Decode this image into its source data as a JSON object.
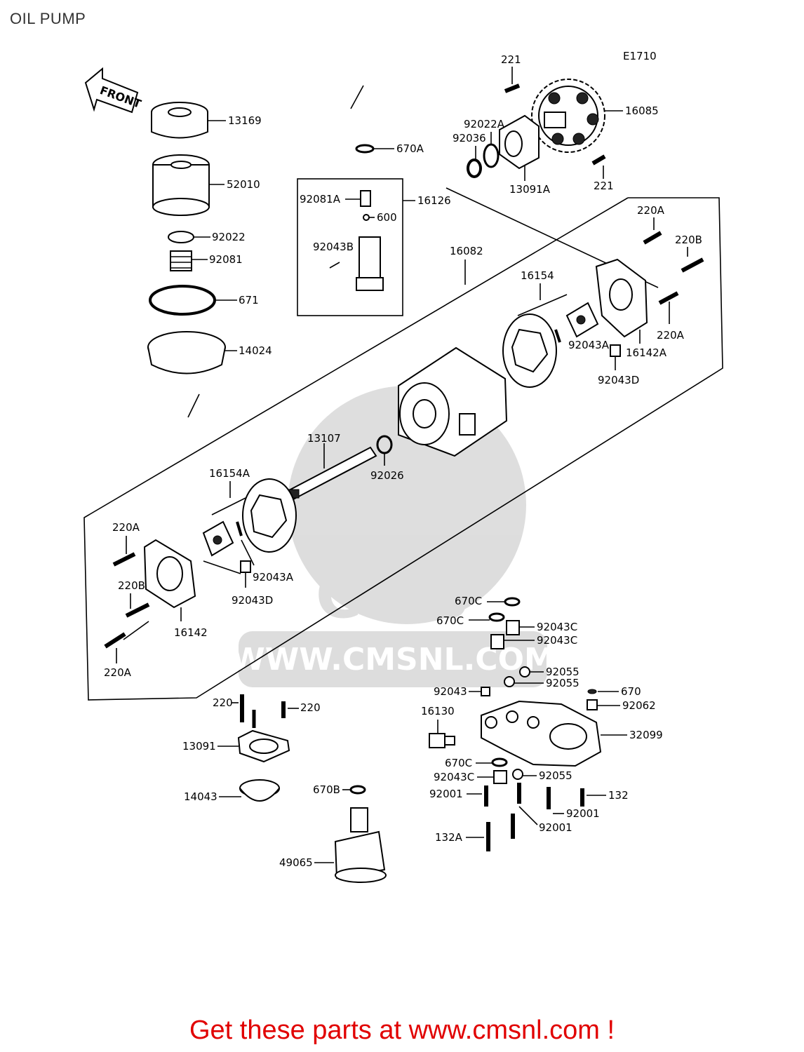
{
  "title": "OIL PUMP",
  "diagram_code": "E1710",
  "front_arrow_label": "FRONT",
  "watermark": {
    "brand": "CMS",
    "url": "WWW.CMSNL.COM"
  },
  "footer": "Get these parts at www.cmsnl.com !",
  "labels": {
    "p13169": "13169",
    "p52010": "52010",
    "p92022": "92022",
    "p92081": "92081",
    "p671": "671",
    "p14024": "14024",
    "p670A": "670A",
    "p16126": "16126",
    "p92081A": "92081A",
    "p600": "600",
    "p92043B": "92043B",
    "p221a": "221",
    "p16085": "16085",
    "p92022A": "92022A",
    "p92036": "92036",
    "p13091A": "13091A",
    "p221b": "221",
    "p16082": "16082",
    "p220A_1": "220A",
    "p220B_1": "220B",
    "p16154": "16154",
    "p220A_2": "220A",
    "p92043A_1": "92043A",
    "p16142A": "16142A",
    "p92043D_1": "92043D",
    "p13107": "13107",
    "p92026": "92026",
    "p16154A": "16154A",
    "p220A_3": "220A",
    "p220B_2": "220B",
    "p92043A_2": "92043A",
    "p92043D_2": "92043D",
    "p16142": "16142",
    "p220A_4": "220A",
    "p670C_1": "670C",
    "p670C_2": "670C",
    "p92043C_1": "92043C",
    "p92043C_2": "92043C",
    "p92055_1": "92055",
    "p92043": "92043",
    "p92055_2": "92055",
    "p670": "670",
    "p92062": "92062",
    "p16130": "16130",
    "p32099": "32099",
    "p670C_3": "670C",
    "p92043C_3": "92043C",
    "p92055_3": "92055",
    "p92001_1": "92001",
    "p132": "132",
    "p92001_2": "92001",
    "p92001_3": "92001",
    "p132A": "132A",
    "p220_1": "220",
    "p220_2": "220",
    "p13091": "13091",
    "p14043": "14043",
    "p670B": "670B",
    "p49065": "49065"
  }
}
